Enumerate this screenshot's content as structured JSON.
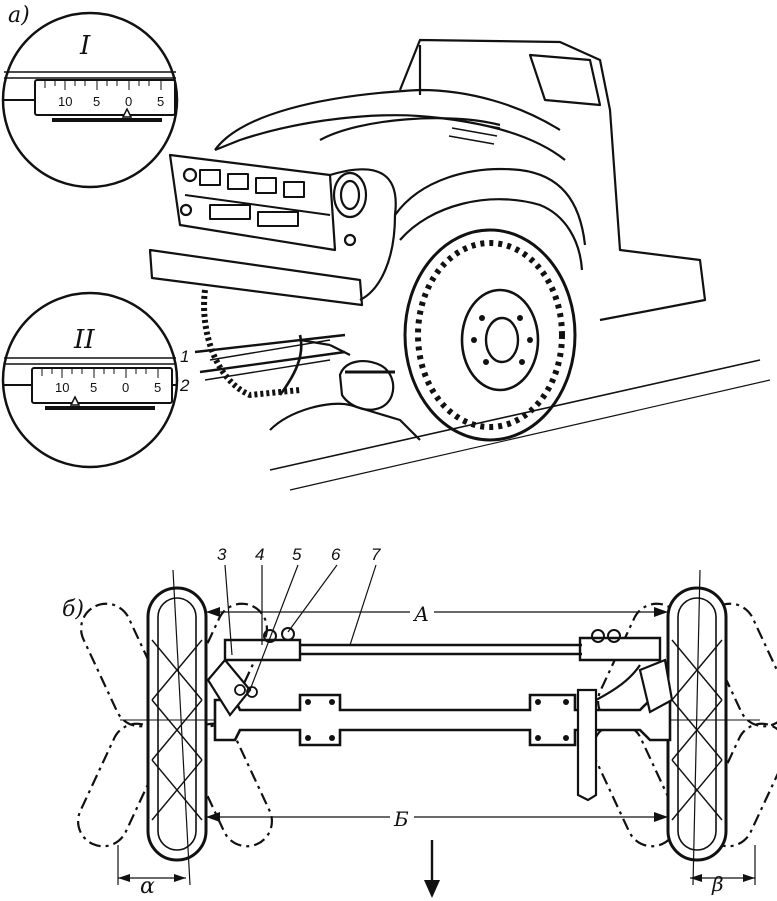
{
  "panel_a": {
    "label": "а)",
    "inset_top": {
      "roman": "I",
      "scale": [
        "10",
        "5",
        "0",
        "5"
      ]
    },
    "inset_bottom": {
      "roman": "II",
      "scale": [
        "10",
        "5",
        "0",
        "5"
      ]
    },
    "callouts": [
      "1",
      "2"
    ]
  },
  "panel_b": {
    "label": "б)",
    "part_numbers": [
      "3",
      "4",
      "5",
      "6",
      "7"
    ],
    "dim_A": "А",
    "dim_B": "Б",
    "angle_left": "α",
    "angle_right": "β"
  }
}
